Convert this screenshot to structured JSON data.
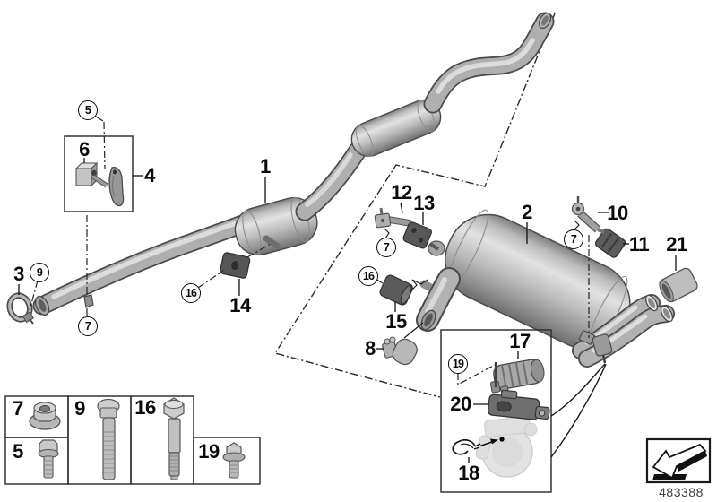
{
  "labels": {
    "p1": "1",
    "p2": "2",
    "p3": "3",
    "p4": "4",
    "p6": "6",
    "p8": "8",
    "p10": "10",
    "p11": "11",
    "p12": "12",
    "p13": "13",
    "p14": "14",
    "p15": "15",
    "p17": "17",
    "p18": "18",
    "p20": "20",
    "p21": "21"
  },
  "circled": {
    "c5": "5",
    "c9": "9",
    "c7a": "7",
    "c7b": "7",
    "c7c": "7",
    "c16a": "16",
    "c16b": "16",
    "c19": "19"
  },
  "legend": {
    "b7": "7",
    "b5": "5",
    "b9": "9",
    "b16": "16",
    "b19": "19"
  },
  "footer": {
    "drawing_number": "483388"
  },
  "icons": {
    "direction_arrow": "direction-arrow-icon"
  },
  "colors": {
    "line": "#1a1a1a",
    "part_dark": "#585858",
    "part_mid": "#ababab",
    "part_light": "#dcdcdc",
    "background": "#ffffff"
  }
}
